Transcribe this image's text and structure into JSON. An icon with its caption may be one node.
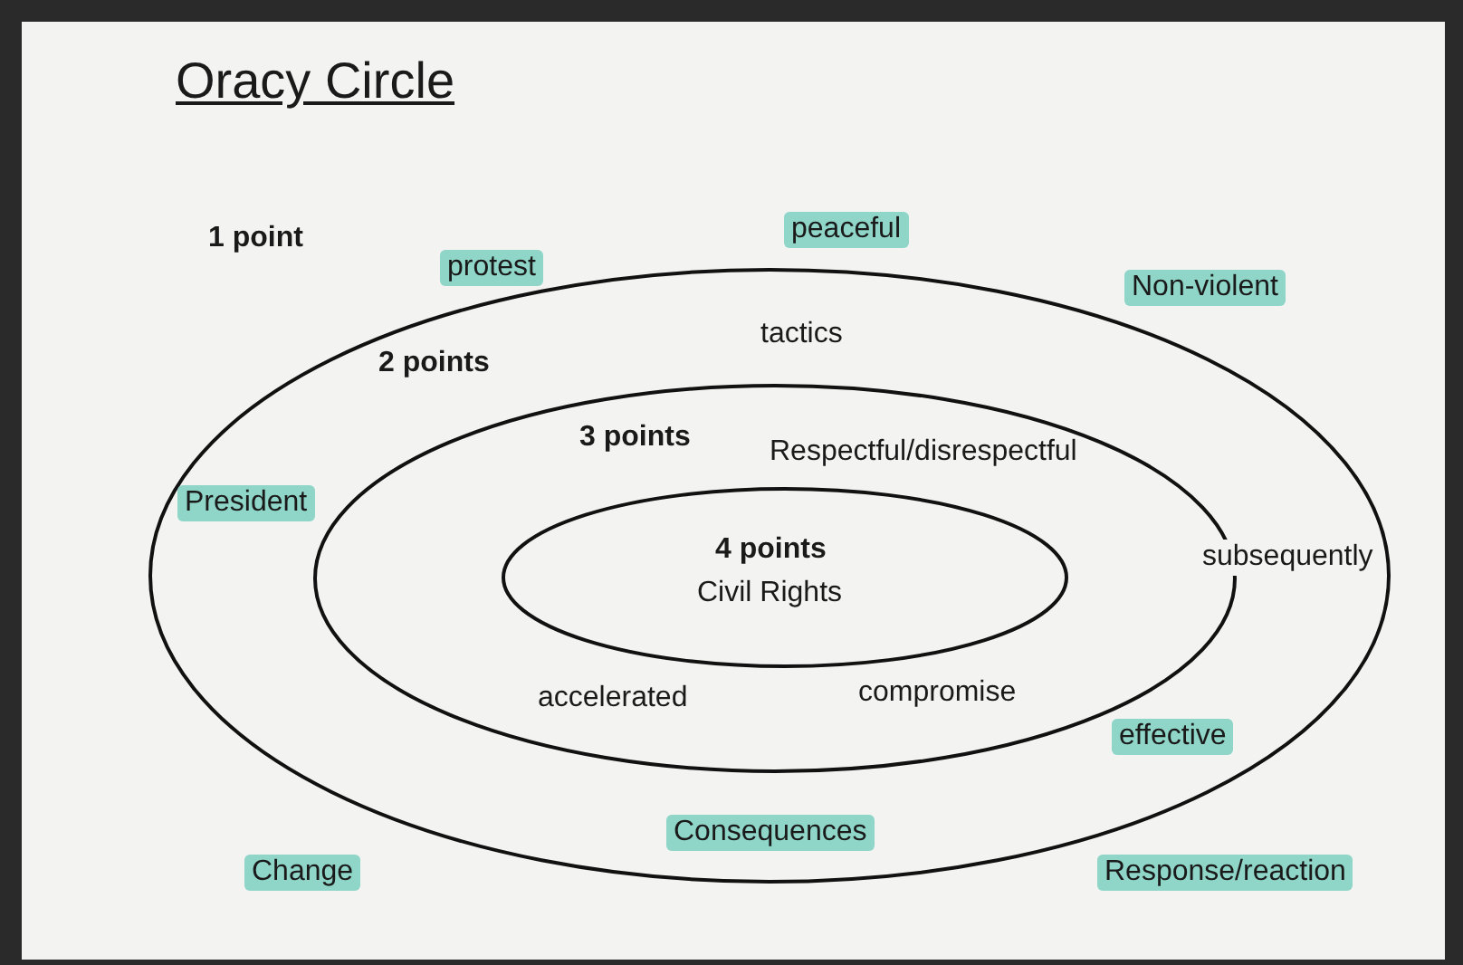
{
  "diagram": {
    "title": "Oracy Circle",
    "nodes": [
      {
        "text": [
          "2 points",
          "tactics",
          "effective",
          "Consequences"
        ]
      },
      {
        "text": [
          "3 points",
          "Respectful/disrespectful",
          "accelerated",
          "compromise"
        ],
        "in": 0
      },
      {
        "text": [
          "4 points",
          "Civil Rights"
        ],
        "in": 1
      }
    ],
    "labels": [
      "1 point",
      "peaceful",
      "protest",
      "Non-violent",
      "President",
      "subsequently",
      "Change",
      "Response/reaction"
    ]
  }
}
